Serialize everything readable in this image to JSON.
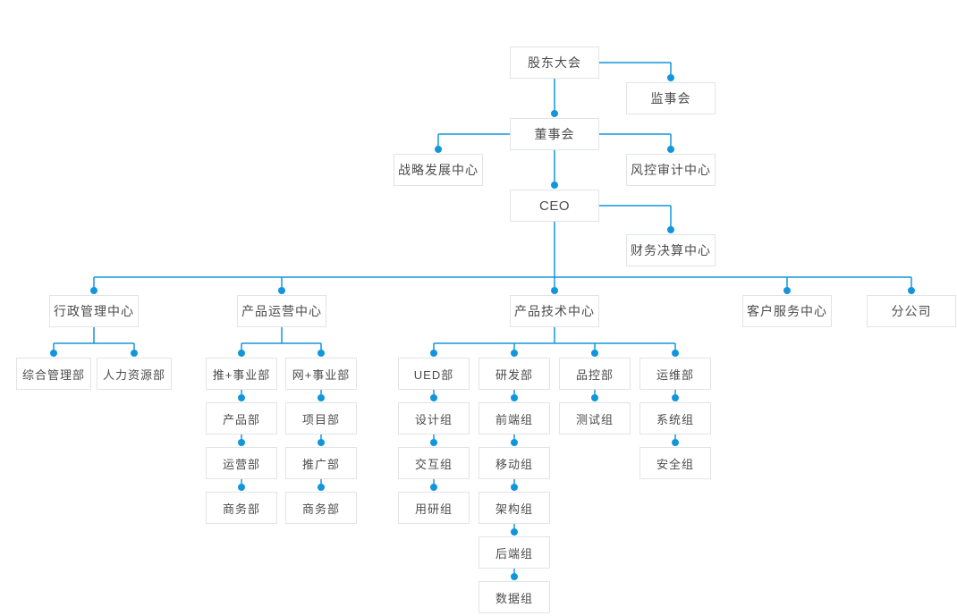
{
  "org_chart": {
    "nodes": [
      {
        "id": "shareholders",
        "label": "股东大会",
        "parent": null,
        "connector": null
      },
      {
        "id": "supervisory",
        "label": "监事会",
        "parent": "shareholders",
        "connector": "side"
      },
      {
        "id": "board",
        "label": "董事会",
        "parent": "shareholders",
        "connector": "chain"
      },
      {
        "id": "strategy",
        "label": "战略发展中心",
        "parent": "board",
        "connector": "side"
      },
      {
        "id": "risk-audit",
        "label": "风控审计中心",
        "parent": "board",
        "connector": "side"
      },
      {
        "id": "ceo",
        "label": "CEO",
        "parent": "board",
        "connector": "chain"
      },
      {
        "id": "finance",
        "label": "财务决算中心",
        "parent": "ceo",
        "connector": "side"
      },
      {
        "id": "admin-center",
        "label": "行政管理中心",
        "parent": "ceo",
        "connector": "bus"
      },
      {
        "id": "product-ops-center",
        "label": "产品运营中心",
        "parent": "ceo",
        "connector": "bus"
      },
      {
        "id": "product-tech-center",
        "label": "产品技术中心",
        "parent": "ceo",
        "connector": "bus"
      },
      {
        "id": "customer-service-center",
        "label": "客户服务中心",
        "parent": "ceo",
        "connector": "bus"
      },
      {
        "id": "branch-company",
        "label": "分公司",
        "parent": "ceo",
        "connector": "bus"
      },
      {
        "id": "general-admin-dept",
        "label": "综合管理部",
        "parent": "admin-center",
        "connector": "bus"
      },
      {
        "id": "hr-dept",
        "label": "人力资源部",
        "parent": "admin-center",
        "connector": "bus"
      },
      {
        "id": "tui-division",
        "label": "推+事业部",
        "parent": "product-ops-center",
        "connector": "bus"
      },
      {
        "id": "wang-division",
        "label": "网+事业部",
        "parent": "product-ops-center",
        "connector": "bus"
      },
      {
        "id": "product-dept",
        "label": "产品部",
        "parent": "tui-division",
        "connector": "chain"
      },
      {
        "id": "operations-dept",
        "label": "运营部",
        "parent": "product-dept",
        "connector": "chain"
      },
      {
        "id": "business-dept-1",
        "label": "商务部",
        "parent": "operations-dept",
        "connector": "chain"
      },
      {
        "id": "project-dept",
        "label": "项目部",
        "parent": "wang-division",
        "connector": "chain"
      },
      {
        "id": "promotion-dept",
        "label": "推广部",
        "parent": "project-dept",
        "connector": "chain"
      },
      {
        "id": "business-dept-2",
        "label": "商务部",
        "parent": "promotion-dept",
        "connector": "chain"
      },
      {
        "id": "ued-dept",
        "label": "UED部",
        "parent": "product-tech-center",
        "connector": "bus"
      },
      {
        "id": "rd-dept",
        "label": "研发部",
        "parent": "product-tech-center",
        "connector": "bus"
      },
      {
        "id": "qc-dept",
        "label": "品控部",
        "parent": "product-tech-center",
        "connector": "bus"
      },
      {
        "id": "ops-maintenance-dept",
        "label": "运维部",
        "parent": "product-tech-center",
        "connector": "bus"
      },
      {
        "id": "design-group",
        "label": "设计组",
        "parent": "ued-dept",
        "connector": "chain"
      },
      {
        "id": "interaction-group",
        "label": "交互组",
        "parent": "design-group",
        "connector": "chain"
      },
      {
        "id": "user-research-group",
        "label": "用研组",
        "parent": "interaction-group",
        "connector": "chain"
      },
      {
        "id": "frontend-group",
        "label": "前端组",
        "parent": "rd-dept",
        "connector": "chain"
      },
      {
        "id": "mobile-group",
        "label": "移动组",
        "parent": "frontend-group",
        "connector": "chain"
      },
      {
        "id": "architecture-group",
        "label": "架构组",
        "parent": "mobile-group",
        "connector": "chain"
      },
      {
        "id": "backend-group",
        "label": "后端组",
        "parent": "architecture-group",
        "connector": "chain"
      },
      {
        "id": "data-group",
        "label": "数据组",
        "parent": "backend-group",
        "connector": "chain"
      },
      {
        "id": "testing-group",
        "label": "测试组",
        "parent": "qc-dept",
        "connector": "chain"
      },
      {
        "id": "system-group",
        "label": "系统组",
        "parent": "ops-maintenance-dept",
        "connector": "chain"
      },
      {
        "id": "security-group",
        "label": "安全组",
        "parent": "system-group",
        "connector": "chain"
      }
    ]
  },
  "colors": {
    "line": "#1296db",
    "dot": "#1296db",
    "box_border": "#e1e4e6",
    "box_background": "#ffffff",
    "text": "#4c4c4c",
    "page_background": "#ffffff"
  }
}
